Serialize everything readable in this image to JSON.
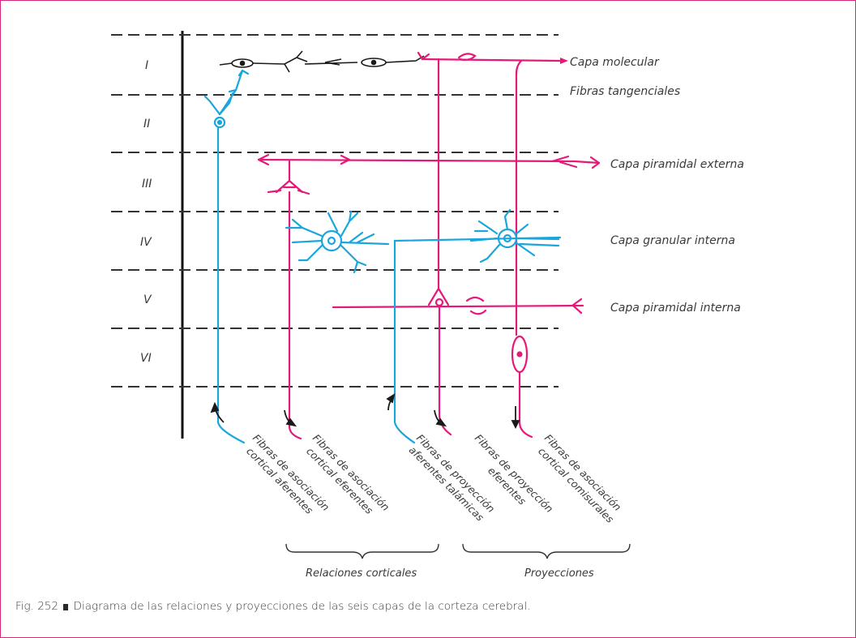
{
  "layers": [
    "I",
    "II",
    "III",
    "IV",
    "V",
    "VI"
  ],
  "layer_labels": {
    "molecular": "Capa molecular",
    "tangential": "Fibras tangenciales",
    "ext_pyramidal": "Capa piramidal externa",
    "int_granular": "Capa granular interna",
    "int_pyramidal": "Capa piramidal interna"
  },
  "fibers": [
    [
      "Fibras de asociación",
      "cortical aferentes"
    ],
    [
      "Fibras de asociación",
      "cortical eferentes"
    ],
    [
      "Fibras de proyección",
      "aferentes talámicas"
    ],
    [
      "Fibras de proyección",
      "eferentes"
    ],
    [
      "Fibras de asociación",
      "cortical comisurales"
    ]
  ],
  "groups": {
    "cortical": "Relaciones corticales",
    "projections": "Proyecciones"
  },
  "caption": {
    "fig": "Fig. 252",
    "text": "Diagrama de las relaciones y proyecciones de las seis capas de la corteza cerebral."
  },
  "colors": {
    "pink": "#e5197a",
    "blue": "#1aa6dc",
    "black": "#1a1a1a",
    "frame": "#d6287a"
  }
}
